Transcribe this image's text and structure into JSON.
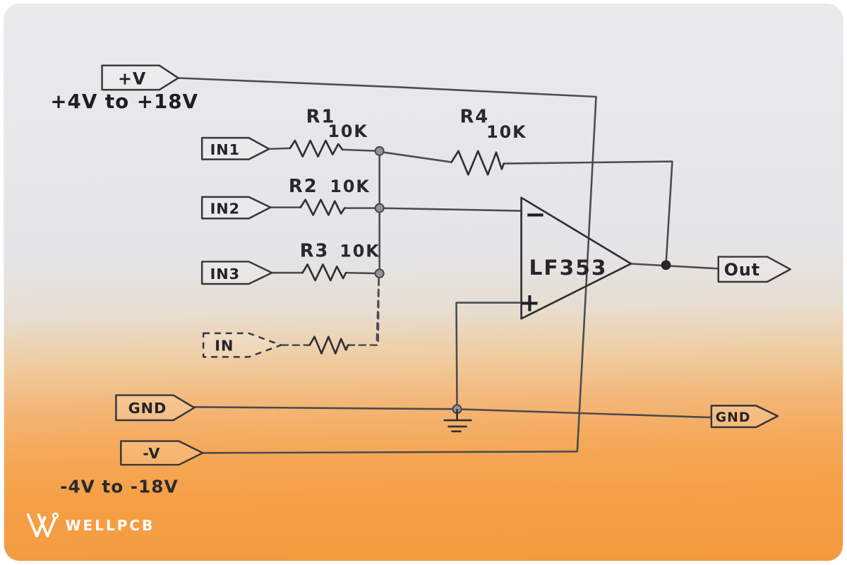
{
  "schematic": {
    "power_positive": {
      "tag": "+V",
      "range": "+4V to +18V"
    },
    "power_negative": {
      "tag": "-V",
      "range": "-4V to -18V"
    },
    "inputs": [
      {
        "tag": "IN1",
        "style": "solid"
      },
      {
        "tag": "IN2",
        "style": "solid"
      },
      {
        "tag": "IN3",
        "style": "solid"
      },
      {
        "tag": "IN",
        "style": "dashed"
      }
    ],
    "resistors": [
      {
        "name": "R1",
        "value": "10K"
      },
      {
        "name": "R2",
        "value": "10K"
      },
      {
        "name": "R3",
        "value": "10K"
      },
      {
        "name": "R4",
        "value": "10K"
      }
    ],
    "opamp": {
      "part": "LF353",
      "inverting_label": "−",
      "noninverting_label": "+"
    },
    "grounds": {
      "left": "GND",
      "right": "GND"
    },
    "output": {
      "tag": "Out"
    }
  },
  "watermark": {
    "brand": "WELLPCB"
  },
  "colors": {
    "ink": "#303036",
    "wire": "#57575e",
    "paper": "#e7e6e8",
    "orange": "#f49a3e",
    "logo": "#ffffff"
  }
}
